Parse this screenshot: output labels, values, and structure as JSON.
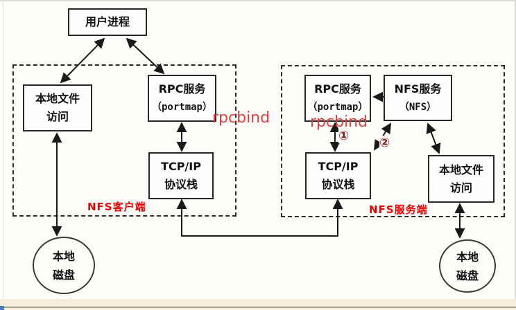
{
  "nodes": {
    "user_process": {
      "line1": "用户进程"
    },
    "client_local_file": {
      "line1": "本地文件",
      "line2": "访问"
    },
    "client_rpc": {
      "line1": "RPC服务",
      "line2": "（portmap）"
    },
    "client_tcpip": {
      "line1": "TCP/IP",
      "line2": "协议栈"
    },
    "server_rpc": {
      "line1": "RPC服务",
      "line2": "（portmap）"
    },
    "server_nfs": {
      "line1": "NFS服务",
      "line2": "（NFS）"
    },
    "server_tcpip": {
      "line1": "TCP/IP",
      "line2": "协议栈"
    },
    "server_local_file": {
      "line1": "本地文件",
      "line2": "访问"
    },
    "client_disk": {
      "line1": "本地",
      "line2": "磁盘"
    },
    "server_disk": {
      "line1": "本地",
      "line2": "磁盘"
    }
  },
  "annotations": {
    "client_region_label": "NFS客户端",
    "server_region_label": "NFS服务端",
    "client_rpcbind": "rpcbind",
    "server_rpcbind": "rpcbind",
    "step1": "①",
    "step2": "②"
  },
  "colors": {
    "line": "#1a1a1a",
    "region_label_red": "#ee0000",
    "rpcbind_red": "#e04040",
    "step_maroon": "#8b1a1a",
    "bottom_strip": "#f4efdd"
  }
}
